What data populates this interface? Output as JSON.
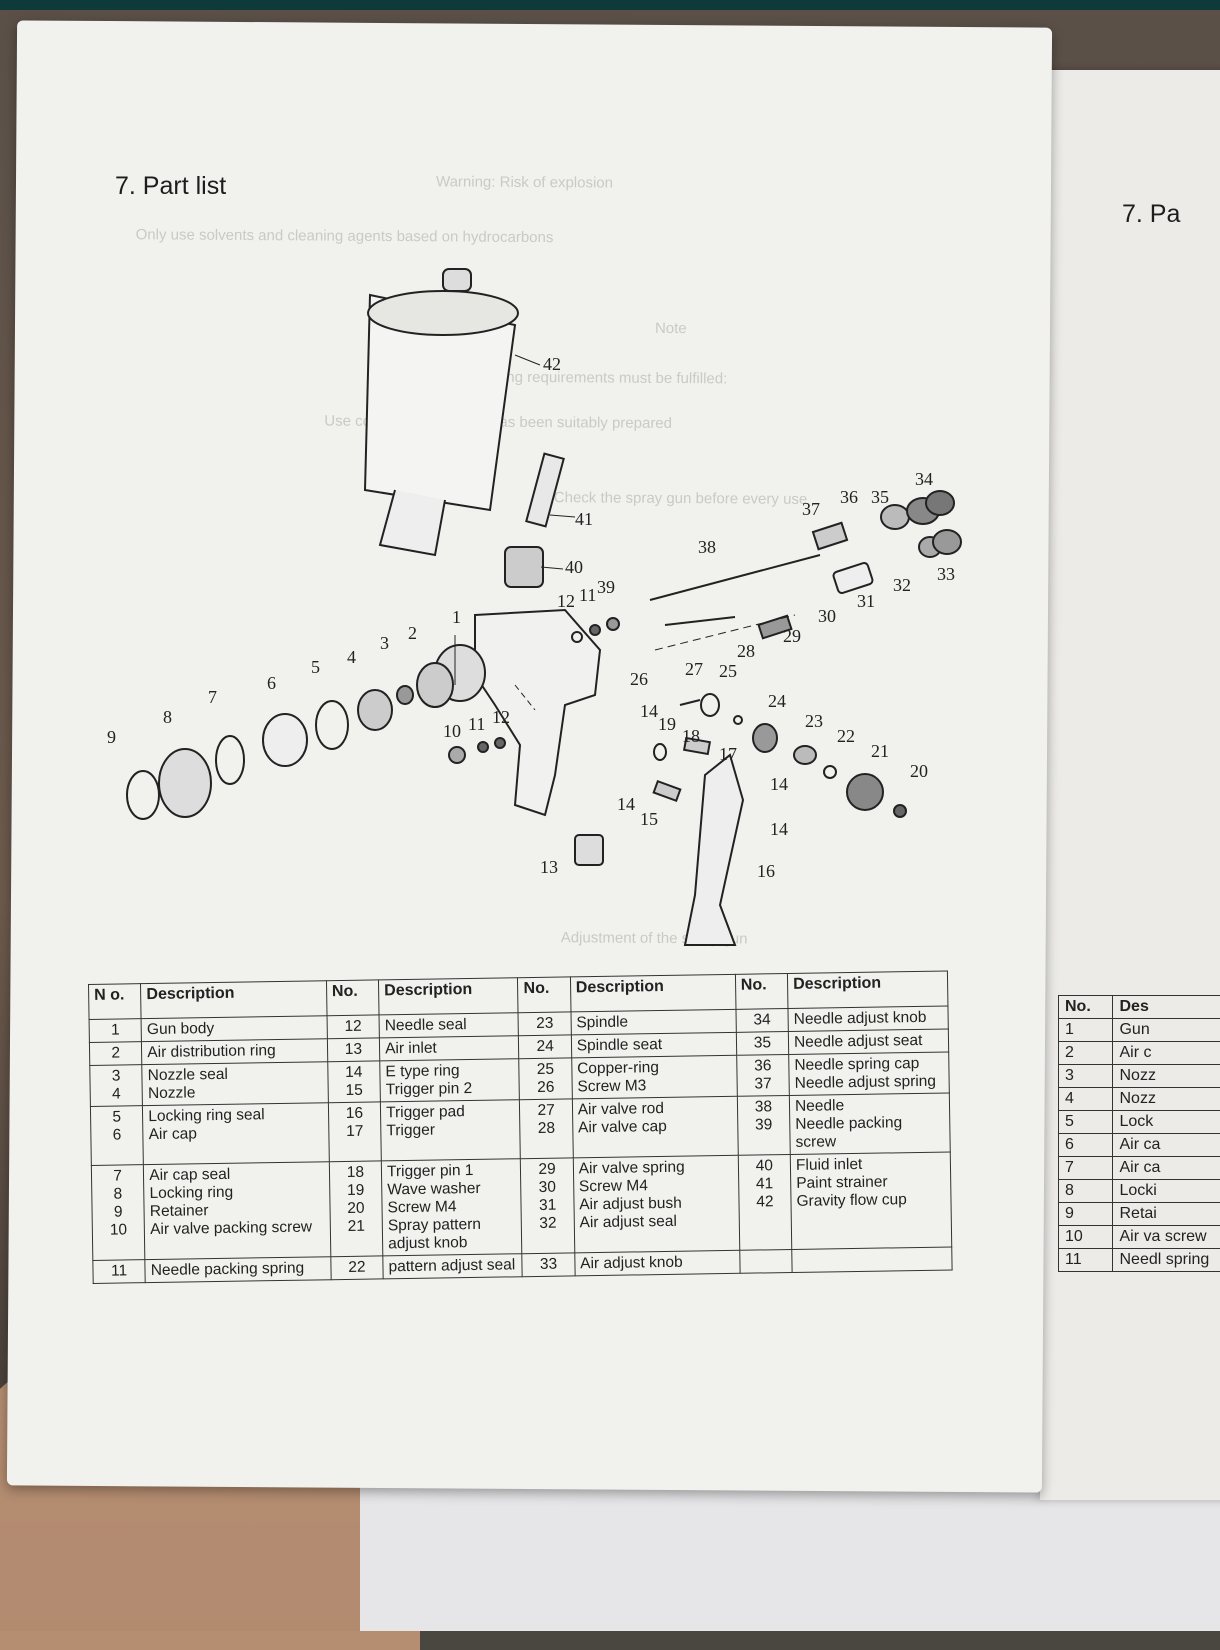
{
  "page": {
    "title": "7. Part list",
    "right_title": "7. Pa"
  },
  "ghost_text": [
    "Warning: Risk of explosion",
    "Only use solvents and cleaning agents based on hydrocarbons",
    "Note",
    "The following requirements must be fulfilled:",
    "Use compressed air that has been suitably prepared",
    "Check the spray gun before every use",
    "Adjustment of the spray gun"
  ],
  "diagram": {
    "labels": [
      "42",
      "41",
      "40",
      "39",
      "11",
      "12",
      "38",
      "37",
      "36",
      "35",
      "34",
      "33",
      "32",
      "31",
      "30",
      "29",
      "28",
      "27",
      "25",
      "26",
      "24",
      "23",
      "22",
      "21",
      "20",
      "19",
      "18",
      "17",
      "16",
      "15",
      "14",
      "14",
      "14",
      "14",
      "13",
      "12",
      "11",
      "10",
      "9",
      "8",
      "7",
      "6",
      "5",
      "4",
      "3",
      "2",
      "1"
    ]
  },
  "table": {
    "headers": [
      "No.",
      "Description",
      "No.",
      "Description",
      "No.",
      "Description",
      "No.",
      "Description"
    ],
    "first_header": "N o.",
    "rows": [
      {
        "c1": [
          "1"
        ],
        "d1": [
          "Gun body"
        ],
        "c2": [
          "12"
        ],
        "d2": [
          "Needle seal"
        ],
        "c3": [
          "23"
        ],
        "d3": [
          "Spindle"
        ],
        "c4": [
          "34"
        ],
        "d4": [
          "Needle adjust knob"
        ]
      },
      {
        "c1": [
          "2"
        ],
        "d1": [
          "Air distribution ring"
        ],
        "c2": [
          "13"
        ],
        "d2": [
          "Air inlet"
        ],
        "c3": [
          "24"
        ],
        "d3": [
          "Spindle seat"
        ],
        "c4": [
          "35"
        ],
        "d4": [
          "Needle adjust seat"
        ]
      },
      {
        "c1": [
          "3",
          "4"
        ],
        "d1": [
          "Nozzle seal",
          "Nozzle"
        ],
        "c2": [
          "14",
          "15"
        ],
        "d2": [
          "E type ring",
          "Trigger pin 2"
        ],
        "c3": [
          "25",
          "26"
        ],
        "d3": [
          "Copper-ring",
          "Screw M3"
        ],
        "c4": [
          "36",
          "37"
        ],
        "d4": [
          "Needle spring cap",
          "Needle adjust spring"
        ]
      },
      {
        "c1": [
          "5",
          "6"
        ],
        "d1": [
          "Locking ring seal",
          "Air cap"
        ],
        "c2": [
          "16",
          "17"
        ],
        "d2": [
          "Trigger pad",
          "Trigger"
        ],
        "c3": [
          "27",
          "28"
        ],
        "d3": [
          "Air valve rod",
          "Air valve cap"
        ],
        "c4": [
          "38",
          "39"
        ],
        "d4": [
          "Needle",
          "Needle packing screw"
        ]
      },
      {
        "c1": [
          "7",
          "8",
          "9",
          "10"
        ],
        "d1": [
          "Air cap seal",
          "Locking ring",
          "Retainer",
          "Air valve packing screw"
        ],
        "c2": [
          "18",
          "19",
          "20",
          "21"
        ],
        "d2": [
          "Trigger pin 1",
          "Wave washer",
          "Screw M4",
          "Spray pattern adjust knob"
        ],
        "c3": [
          "29",
          "30",
          "31",
          "32"
        ],
        "d3": [
          "Air valve spring",
          "Screw M4",
          "Air adjust bush",
          "Air adjust seal"
        ],
        "c4": [
          "40",
          "41",
          "42",
          ""
        ],
        "d4": [
          "Fluid inlet",
          "Paint strainer",
          "Gravity flow cup",
          ""
        ]
      },
      {
        "c1": [
          "11"
        ],
        "d1": [
          "Needle packing spring"
        ],
        "c2": [
          "22"
        ],
        "d2": [
          "pattern adjust seal"
        ],
        "c3": [
          "33"
        ],
        "d3": [
          "Air adjust knob"
        ],
        "c4": [
          ""
        ],
        "d4": [
          ""
        ]
      }
    ]
  },
  "right_table": {
    "header": [
      "No.",
      "Des"
    ],
    "rows": [
      [
        "1",
        "Gun"
      ],
      [
        "2",
        "Air c"
      ],
      [
        "3",
        "Nozz"
      ],
      [
        "4",
        "Nozz"
      ],
      [
        "5",
        "Lock"
      ],
      [
        "6",
        "Air ca"
      ],
      [
        "7",
        "Air ca"
      ],
      [
        "8",
        "Locki"
      ],
      [
        "9",
        "Retai"
      ],
      [
        "10",
        "Air va screw"
      ],
      [
        "11",
        "Needl spring"
      ]
    ]
  }
}
